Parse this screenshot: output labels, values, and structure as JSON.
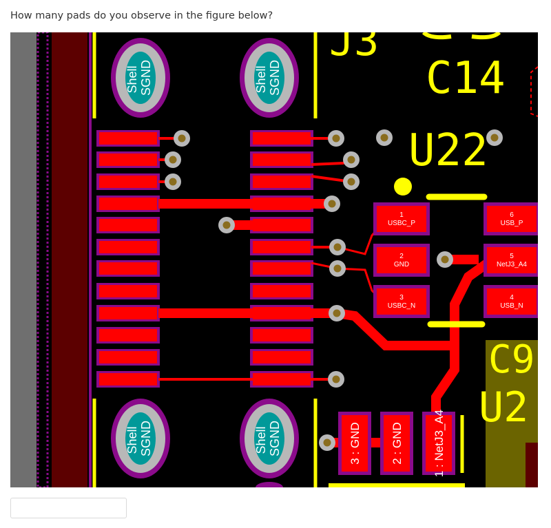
{
  "question": {
    "text": "How many pads do you observe in the figure below?"
  },
  "answer": {
    "value": "",
    "placeholder": ""
  },
  "figure": {
    "designators": {
      "j3": "J3",
      "c14": "C14",
      "u22": "U22",
      "c_partial": "C9",
      "u_partial": "U2"
    },
    "shell_pad_labels": {
      "line1": "Shell",
      "line2": "SGND"
    },
    "u22_pads": [
      {
        "num": "1",
        "net": "USBC_P"
      },
      {
        "num": "2",
        "net": "GND"
      },
      {
        "num": "3",
        "net": "USBC_N"
      },
      {
        "num": "6",
        "net": "USB_P"
      },
      {
        "num": "5",
        "net": "NetJ3_A4"
      },
      {
        "num": "4",
        "net": "USB_N"
      }
    ],
    "vertical_pads": [
      "3 : GND",
      "2 : GND",
      "1 : NetJ3_A4"
    ],
    "colors": {
      "copper": "#ff0000",
      "mask": "#8b0b8b",
      "silkscreen": "#ffff00",
      "via_ring": "#b8b8b8",
      "via_hole": "#8a6d1e",
      "shell_pad": "#009999",
      "board_edge": "#5c0000",
      "keepout": "#6f6f6f",
      "component_body": "#6b6400"
    }
  }
}
